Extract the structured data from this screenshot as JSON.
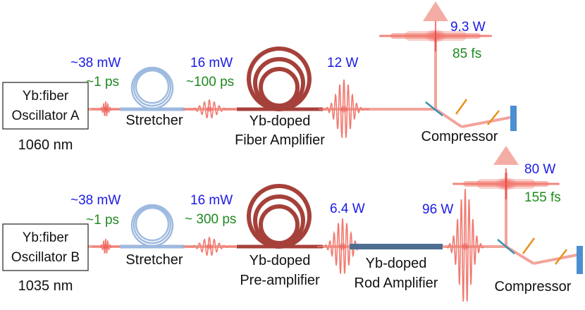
{
  "colors": {
    "beam": "#f2a49b",
    "pulse": "#f07a70",
    "pulse_core": "#ee3b3b",
    "stretcher": "#9db9df",
    "amplifier": "#a5413a",
    "rod": "#4d6e91",
    "mirror": "#3a8fb0",
    "grating": "#e8901c",
    "end_mirror": "#4a8fd0",
    "power": "#1a1ae6",
    "duration": "#1e8a1e"
  },
  "chains": [
    {
      "id": "a",
      "oscillator": {
        "line1": "Yb:fiber",
        "line2": "Oscillator A",
        "wavelength": "1060 nm"
      },
      "osc_power": "~38 mW",
      "osc_duration": "~1 ps",
      "stretcher_label": "Stretcher",
      "stretched_power": "16 mW",
      "stretched_duration": "~100 ps",
      "amplifier": {
        "line1": "Yb-doped",
        "line2": "Fiber Amplifier"
      },
      "amplified_power": "12 W",
      "compressor_label": "Compressor",
      "output_power": "9.3 W",
      "output_duration": "85 fs"
    },
    {
      "id": "b",
      "oscillator": {
        "line1": "Yb:fiber",
        "line2": "Oscillator B",
        "wavelength": "1035 nm"
      },
      "osc_power": "~38 mW",
      "osc_duration": "~1 ps",
      "stretcher_label": "Stretcher",
      "stretched_power": "16 mW",
      "stretched_duration": "~ 300 ps",
      "amplifier": {
        "line1": "Yb-doped",
        "line2": "Pre-amplifier"
      },
      "amplified_power": "6.4 W",
      "rod": {
        "line1": "Yb-doped",
        "line2": "Rod Amplifier"
      },
      "rod_power": "96 W",
      "compressor_label": "Compressor",
      "output_power": "80 W",
      "output_duration": "155 fs"
    }
  ]
}
